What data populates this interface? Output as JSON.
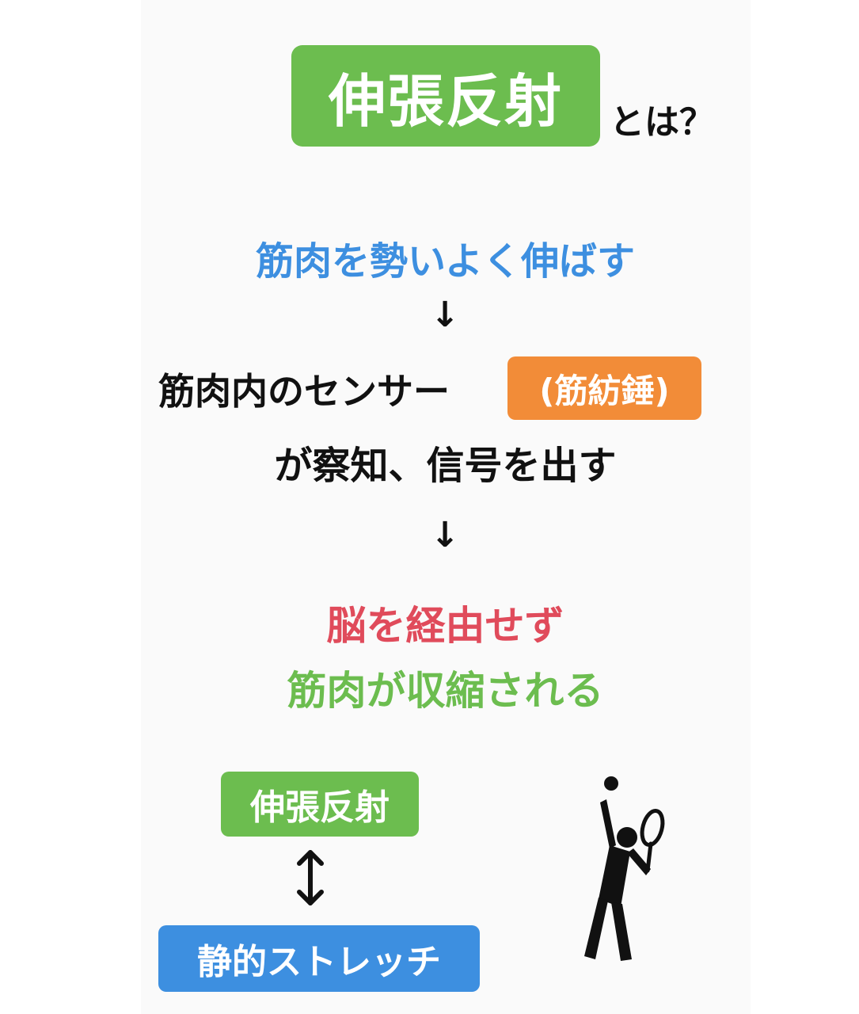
{
  "title": {
    "highlight": "伸張反射",
    "suffix": "とは？",
    "highlight_color": "#6cbd4f"
  },
  "flow": {
    "step1": "筋肉を勢いよく伸ばす",
    "arrow": "↓",
    "step2_line1": "筋肉内のセンサー",
    "step2_badge": "(筋紡錘)",
    "step2_line2": "が察知、信号を出す",
    "step3_line1": "脳を経由せず",
    "step3_line2": "筋肉が収縮される"
  },
  "comparison": {
    "top_label": "伸張反射",
    "bottom_label": "静的ストレッチ",
    "arrow_icon": "up-down-arrow-icon"
  },
  "illustration": {
    "icon": "tennis-player-icon"
  },
  "colors": {
    "green": "#6cbd4f",
    "blue": "#3d8fe0",
    "orange": "#f28c38",
    "red": "#e04b5b"
  }
}
